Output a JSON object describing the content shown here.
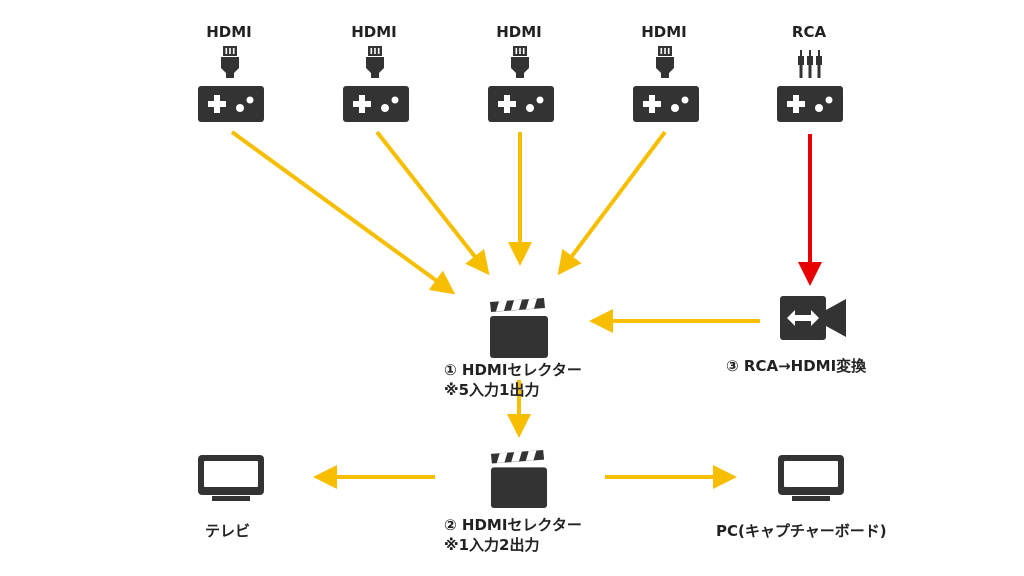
{
  "sources": [
    {
      "connector": "HDMI",
      "connector_icon": "hdmi-plug-icon",
      "device_icon": "gamepad-icon"
    },
    {
      "connector": "HDMI",
      "connector_icon": "hdmi-plug-icon",
      "device_icon": "gamepad-icon"
    },
    {
      "connector": "HDMI",
      "connector_icon": "hdmi-plug-icon",
      "device_icon": "gamepad-icon"
    },
    {
      "connector": "HDMI",
      "connector_icon": "hdmi-plug-icon",
      "device_icon": "gamepad-icon"
    },
    {
      "connector": "RCA",
      "connector_icon": "rca-plug-icon",
      "device_icon": "gamepad-icon"
    }
  ],
  "selector1": {
    "line1": "① HDMIセレクター",
    "line2": "※5入力1出力",
    "icon": "clapperboard-icon"
  },
  "converter": {
    "label": "③ RCA→HDMI変換",
    "icon": "video-camera-icon"
  },
  "selector2": {
    "line1": "② HDMIセレクター",
    "line2": "※1入力2出力",
    "icon": "clapperboard-icon"
  },
  "tv": {
    "label": "テレビ",
    "icon": "monitor-icon"
  },
  "pc": {
    "label": "PC(キャプチャーボード)",
    "icon": "monitor-icon"
  },
  "colors": {
    "hdmi_arrow": "#F7BE00",
    "rca_arrow": "#E80000",
    "icon": "#333333"
  }
}
